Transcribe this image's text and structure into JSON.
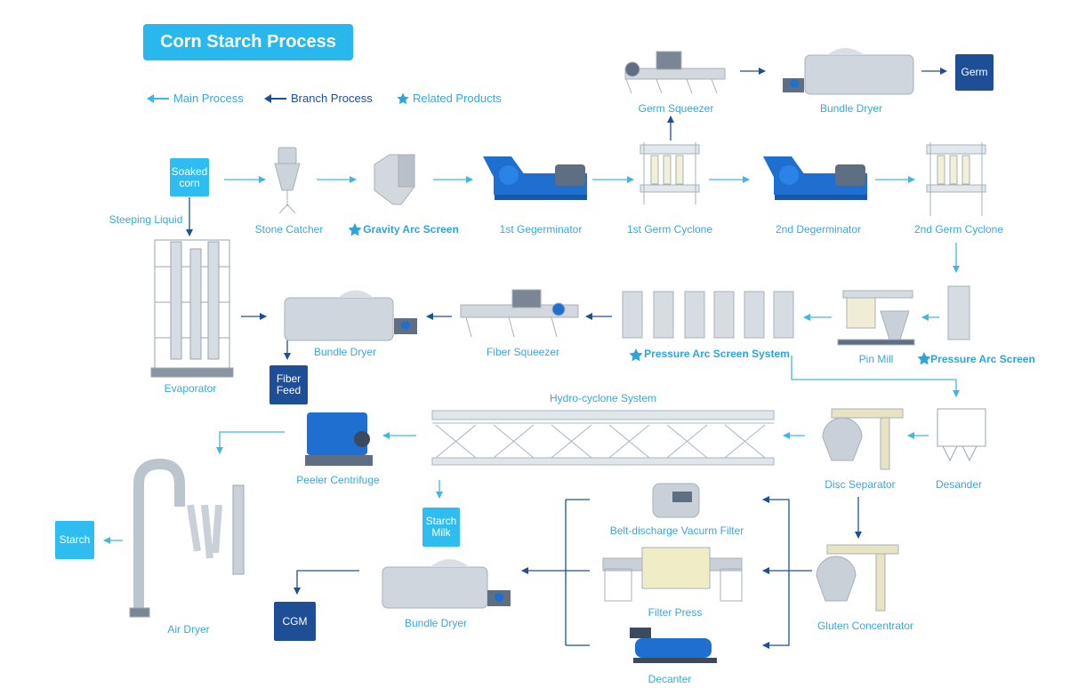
{
  "title": "Corn Starch Process",
  "legend": {
    "main": "Main Process",
    "branch": "Branch Process",
    "related": "Related Products"
  },
  "colors": {
    "light": "#2ebdf0",
    "dark": "#1e4f96",
    "arrow_light": "#3fb6e8",
    "arrow_dark": "#1d4f94",
    "machine": "#c9d0d8",
    "machine_blue": "#1f6fd1"
  },
  "boxes": {
    "soaked_corn": "Soaked corn",
    "germ": "Germ",
    "fiber_feed": "Fiber Feed",
    "starch_milk": "Starch Milk",
    "starch": "Starch",
    "cgm": "CGM"
  },
  "labels": {
    "steeping_liquid": "Steeping Liquid",
    "stone_catcher": "Stone Catcher",
    "gravity_arc_screen": "Gravity  Arc Screen",
    "first_degerminator": "1st Gegerminator",
    "first_germ_cyclone": "1st Germ Cyclone",
    "second_degerminator": "2nd Degerminator",
    "second_germ_cyclone": "2nd Germ Cyclone",
    "germ_squeezer": "Germ Squeezer",
    "bundle_dryer_germ": "Bundle Dryer",
    "evaporator": "Evaporator",
    "bundle_dryer_fiber": "Bundle Dryer",
    "fiber_squeezer": "Fiber Squeezer",
    "pressure_arc_screen_system": "Pressure  Arc Screen System",
    "pin_mill": "Pin Mill",
    "pressure_arc_screen": "Pressure  Arc Screen",
    "hydro_cyclone_system": "Hydro-cyclone System",
    "peeler_centrifuge": "Peeler Centrifuge",
    "disc_separator": "Disc Separator",
    "desander": "Desander",
    "air_dryer": "Air Dryer",
    "belt_filter": "Belt-discharge Vacurm Filter",
    "filter_press": "Filter Press",
    "decanter": "Decanter",
    "gluten_concentrator": "Gluten Concentrator",
    "bundle_dryer_cgm": "Bundle Dryer"
  }
}
